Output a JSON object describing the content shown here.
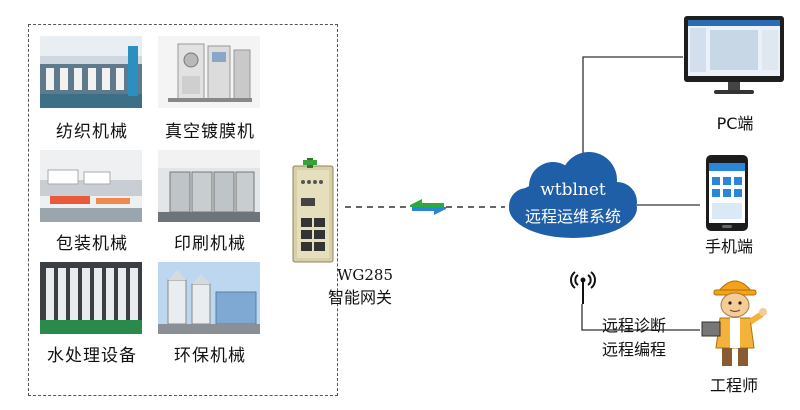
{
  "machines": [
    {
      "label": "纺织机械",
      "icon": "textile-machine-photo"
    },
    {
      "label": "真空镀膜机",
      "icon": "vacuum-coating-photo"
    },
    {
      "label": "包装机械",
      "icon": "packaging-machine-photo"
    },
    {
      "label": "印刷机械",
      "icon": "printing-machine-photo"
    },
    {
      "label": "水处理设备",
      "icon": "water-treatment-photo"
    },
    {
      "label": "环保机械",
      "icon": "environmental-machine-photo"
    }
  ],
  "gateway": {
    "model": "WG285",
    "name": "智能网关"
  },
  "cloud": {
    "title": "wtblnet",
    "subtitle": "远程运维系统"
  },
  "endpoints": {
    "pc": "PC端",
    "mobile": "手机端",
    "engineer": "工程师"
  },
  "remote": {
    "diagnosis": "远程诊断",
    "programming": "远程编程"
  },
  "colors": {
    "cloud": "#1f5fa8",
    "arrow_green": "#2eaa3c",
    "arrow_blue": "#2a86d6",
    "gateway_body": "#d8cfa6"
  }
}
